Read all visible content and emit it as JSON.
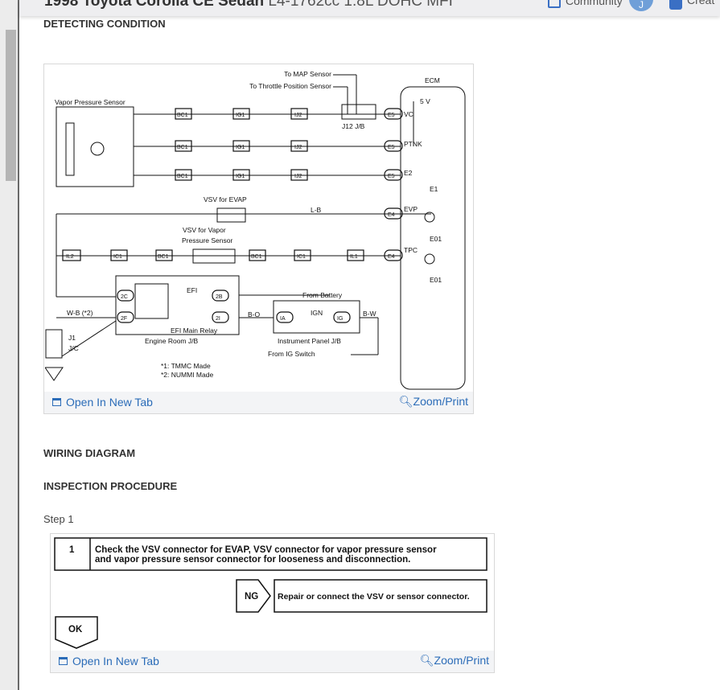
{
  "header": {
    "title": "1998 Toyota Corolla CE Sedan",
    "subtitle": "L4-1762cc 1.8L DOHC MFI",
    "community": "Community",
    "create": "Creat",
    "avatar": "J"
  },
  "sections": {
    "detecting": "DETECTING CONDITION",
    "wiring": "WIRING DIAGRAM",
    "inspection": "INSPECTION PROCEDURE",
    "step": "Step 1"
  },
  "card_actions": {
    "open": "Open In New Tab",
    "zoom": "Zoom/Print"
  },
  "diagram": {
    "labels": [
      "To MAP Sensor",
      "To Throttle Position Sensor",
      "ECM",
      "Vapor Pressure Sensor",
      "5 V",
      "VC",
      "PTNK",
      "E2",
      "E1",
      "EVP",
      "TPC",
      "E01",
      "E01",
      "J12 J/B",
      "VSV for EVAP",
      "VSV for Vapor",
      "Pressure Sensor",
      "EFI",
      "From Battery",
      "IGN",
      "EFI Main Relay",
      "Engine Room J/B",
      "Instrument Panel J/B",
      "From IG Switch",
      "W-B (*2)",
      "B-O",
      "B-W",
      "J1",
      "J/C",
      "*1: TMMC Made",
      "*2: NUMMI Made",
      "L-B"
    ],
    "connectors": [
      "BC1",
      "IG1",
      "IJ2",
      "E5",
      "BC1",
      "IG1",
      "IJ2",
      "E5",
      "BC1",
      "IG1",
      "IJ2",
      "E5",
      "E4",
      "IL2",
      "IC1",
      "BC1",
      "BC1",
      "IC1",
      "IL1",
      "E4",
      "2C",
      "2B",
      "2F",
      "2I",
      "IA",
      "IG"
    ]
  },
  "step1": {
    "number": "1",
    "text1": "Check the VSV connector for EVAP, VSV connector for vapor pressure sensor",
    "text2": "and vapor pressure sensor connector for looseness and disconnection.",
    "ng": "NG",
    "repair": "Repair or connect the VSV or sensor connector.",
    "ok": "OK"
  }
}
